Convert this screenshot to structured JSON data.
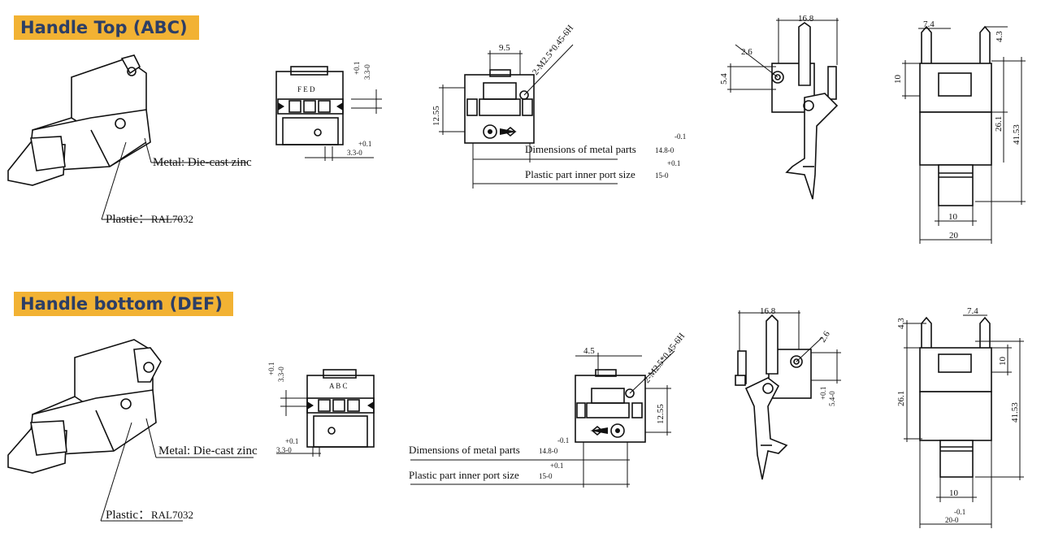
{
  "sections": {
    "top": {
      "title": "Handle Top (ABC)"
    },
    "bottom": {
      "title": "Handle bottom (DEF)"
    }
  },
  "labels": {
    "metal": "Metal: Die-cast zinc",
    "plastic": "Plastic：",
    "plastic_ral": "RAL7032",
    "dim_metal": "Dimensions of metal parts",
    "dim_metal_val": "14.8-0",
    "dim_metal_tol": "-0.1",
    "dim_plastic": "Plastic part inner port size",
    "dim_plastic_val": "15-0",
    "dim_plastic_tol": "+0.1",
    "thread": "2-M2.5*0.45-6H"
  },
  "dims": {
    "tol_p01": "+0.1",
    "tol_m01": "-0.1",
    "d33": "3.3-0",
    "d54": "5.4-0",
    "d95": "9.5",
    "d45": "4.5",
    "d1255": "12.55",
    "d168": "16.8",
    "d26": "2.6",
    "d54plain": "5.4",
    "d74": "7.4",
    "d43": "4.3",
    "d10": "10",
    "d261": "26.1",
    "d4153": "41.53",
    "d20": "20",
    "d200": "20-0",
    "front_letters_top": "F E D",
    "front_letters_bottom": "A B C"
  },
  "colors": {
    "title_bg": "#f2b233",
    "title_fg": "#2c3e66"
  }
}
